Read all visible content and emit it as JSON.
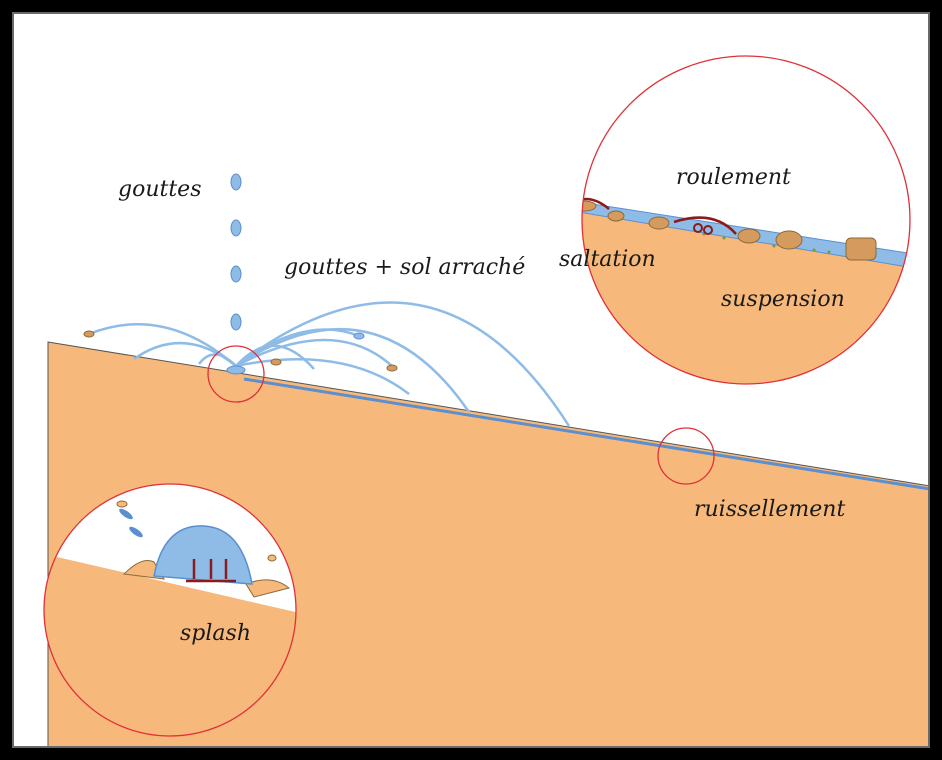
{
  "labels": {
    "gouttes": "gouttes",
    "gouttes_sol": "gouttes + sol arraché",
    "roulement": "roulement",
    "saltation": "saltation",
    "suspension": "suspension",
    "ruissellement": "ruissellement",
    "splash": "splash"
  },
  "colors": {
    "soil": "#F7B97B",
    "water": "#8EBCE6",
    "water_dark": "#5B8FD0",
    "circle": "#E0303A",
    "pebble": "#D49A5E",
    "arrow": "#8B1A1A",
    "frame": "#000000"
  }
}
